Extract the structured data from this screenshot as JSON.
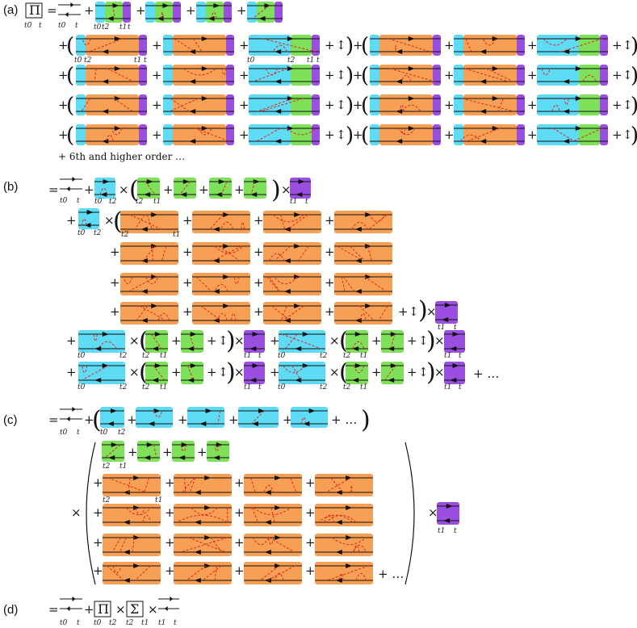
{
  "colors": {
    "cyan": "#5fdcf5",
    "green": "#7fe05a",
    "purple": "#9b4fe0",
    "orange": "#f7a055",
    "dashed_line": "#e0281e",
    "line": "#111111"
  },
  "panels": {
    "a": {
      "label": "(a)",
      "pi_symbol": "Π",
      "equals": "=",
      "time_t0": "t0",
      "time_t": "t",
      "time_t1": "t1",
      "time_t2": "t2",
      "note": "+ 6th and higher order …"
    },
    "b": {
      "label": "(b)",
      "equals": "=",
      "times": "×",
      "ellipsis": "+ …"
    },
    "c": {
      "label": "(c)",
      "equals": "=",
      "times": "×",
      "ellipsis": "+ …"
    },
    "d": {
      "label": "(d)",
      "equals": "=",
      "pi_symbol": "Π",
      "sigma_symbol": "Σ",
      "times": "×",
      "ticks": [
        "t0",
        "t",
        "t0",
        "t2",
        "t1",
        "t1",
        "t"
      ]
    }
  },
  "operators": {
    "plus": "+",
    "times": "×",
    "lparen": "(",
    "rparen": ")",
    "updown": "↕"
  }
}
